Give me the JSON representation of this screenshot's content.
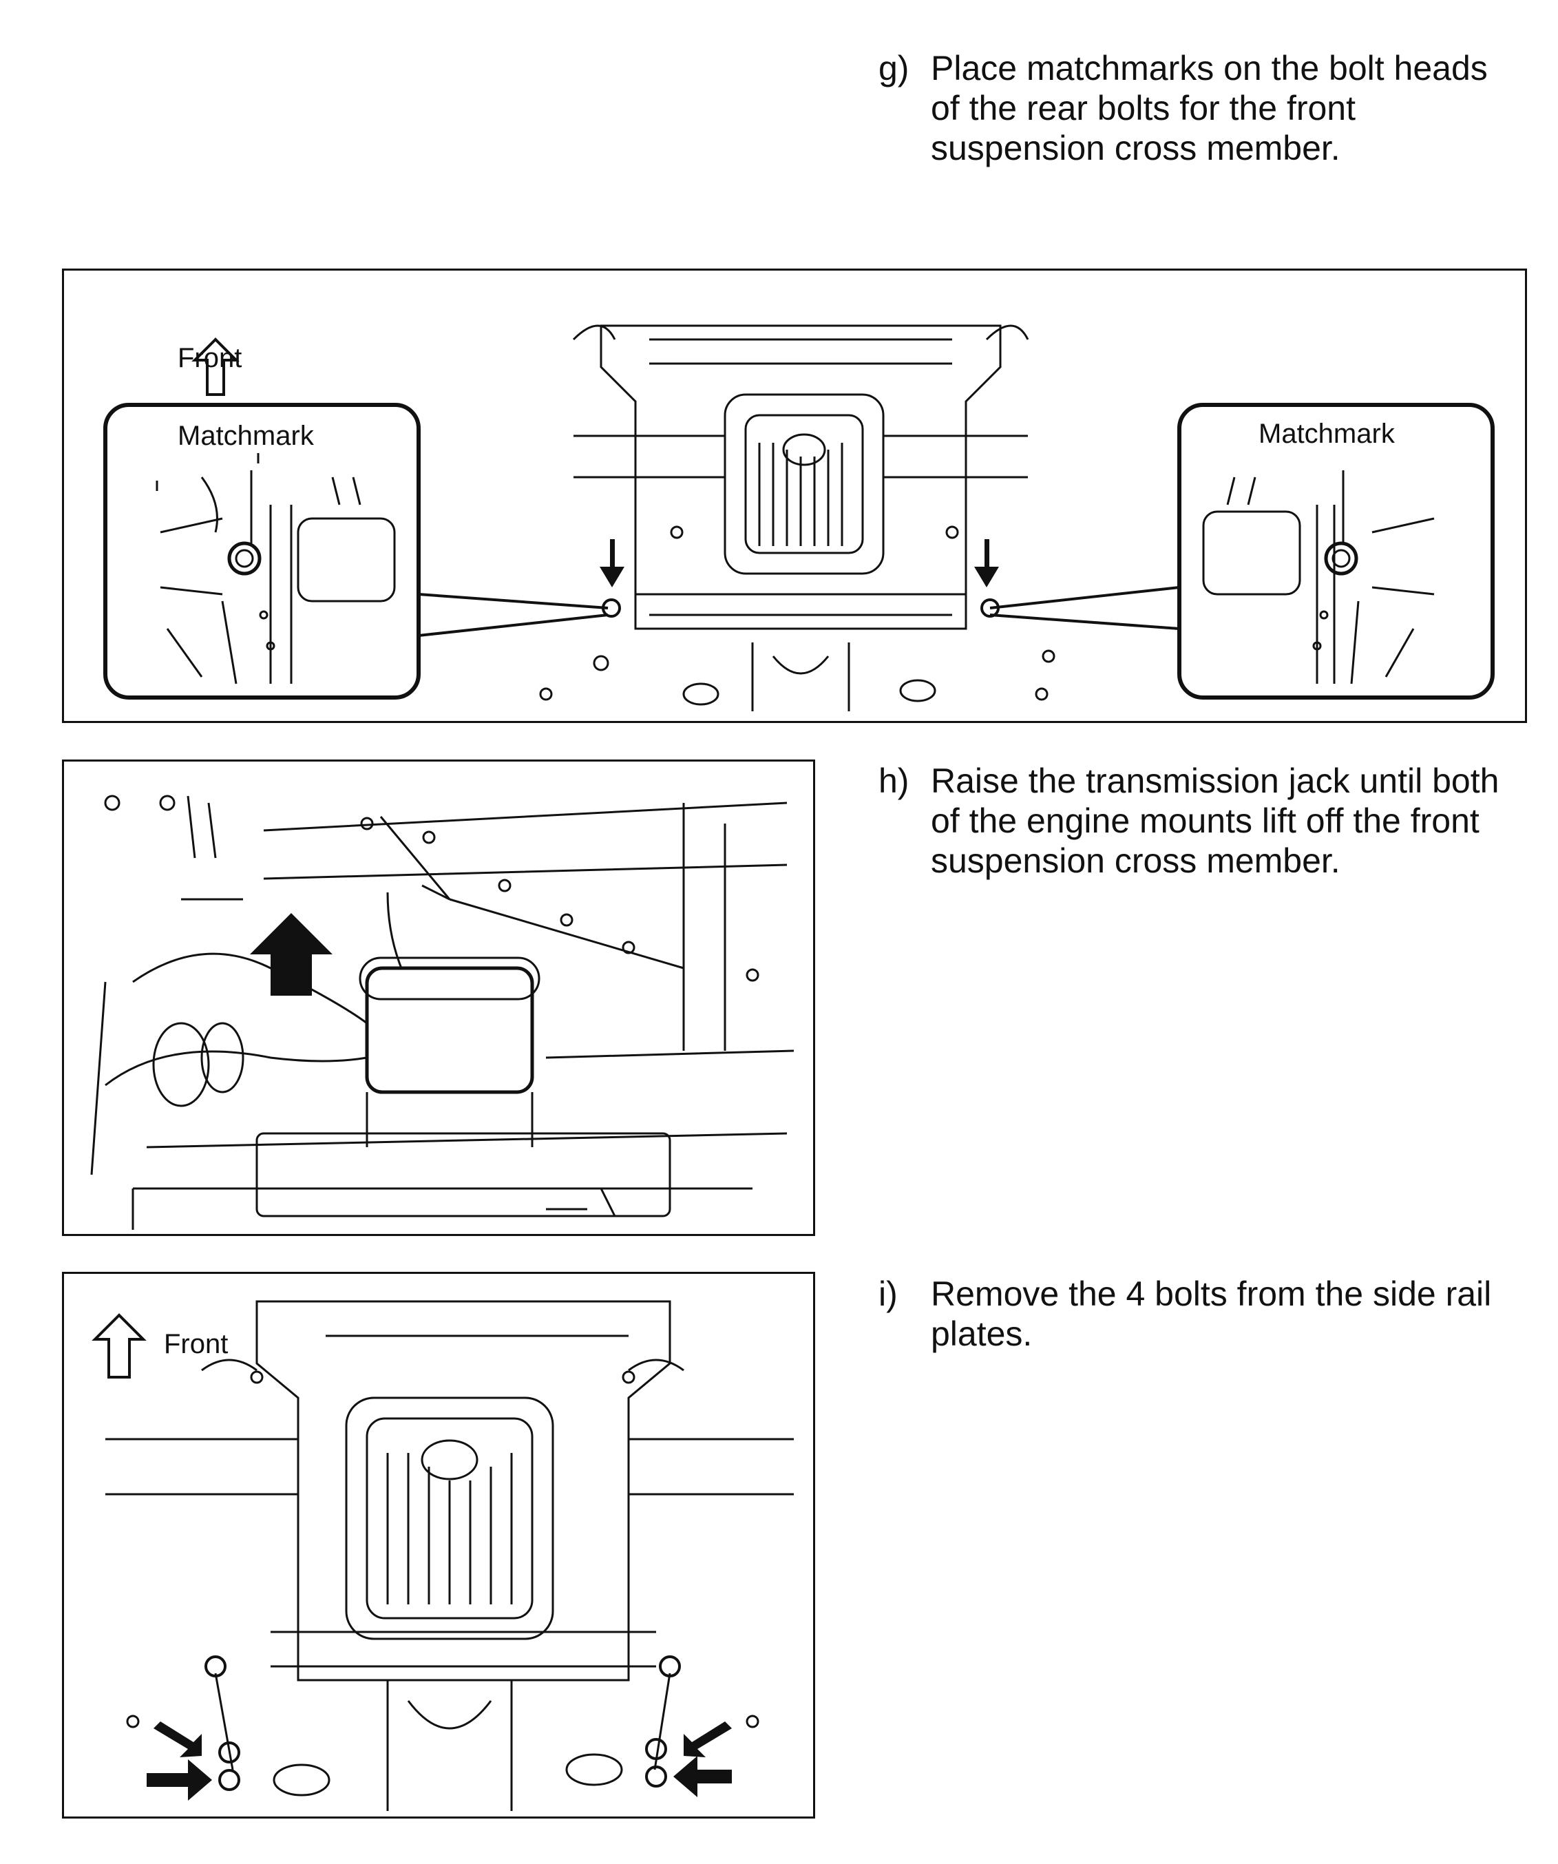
{
  "steps": [
    {
      "letter": "g)",
      "text": "Place matchmarks on the bolt heads\nof the rear bolts for the front\nsuspension cross member."
    },
    {
      "letter": "h)",
      "text": "Raise the transmission jack until both\nof the engine mounts lift off the front\nsuspension cross member."
    },
    {
      "letter": "i)",
      "text": "Remove the 4 bolts from the side rail\nplates."
    }
  ],
  "figures": {
    "fig1": {
      "front_label": "Front",
      "callout_left": "Matchmark",
      "callout_right": "Matchmark"
    },
    "fig3": {
      "front_label": "Front"
    }
  }
}
